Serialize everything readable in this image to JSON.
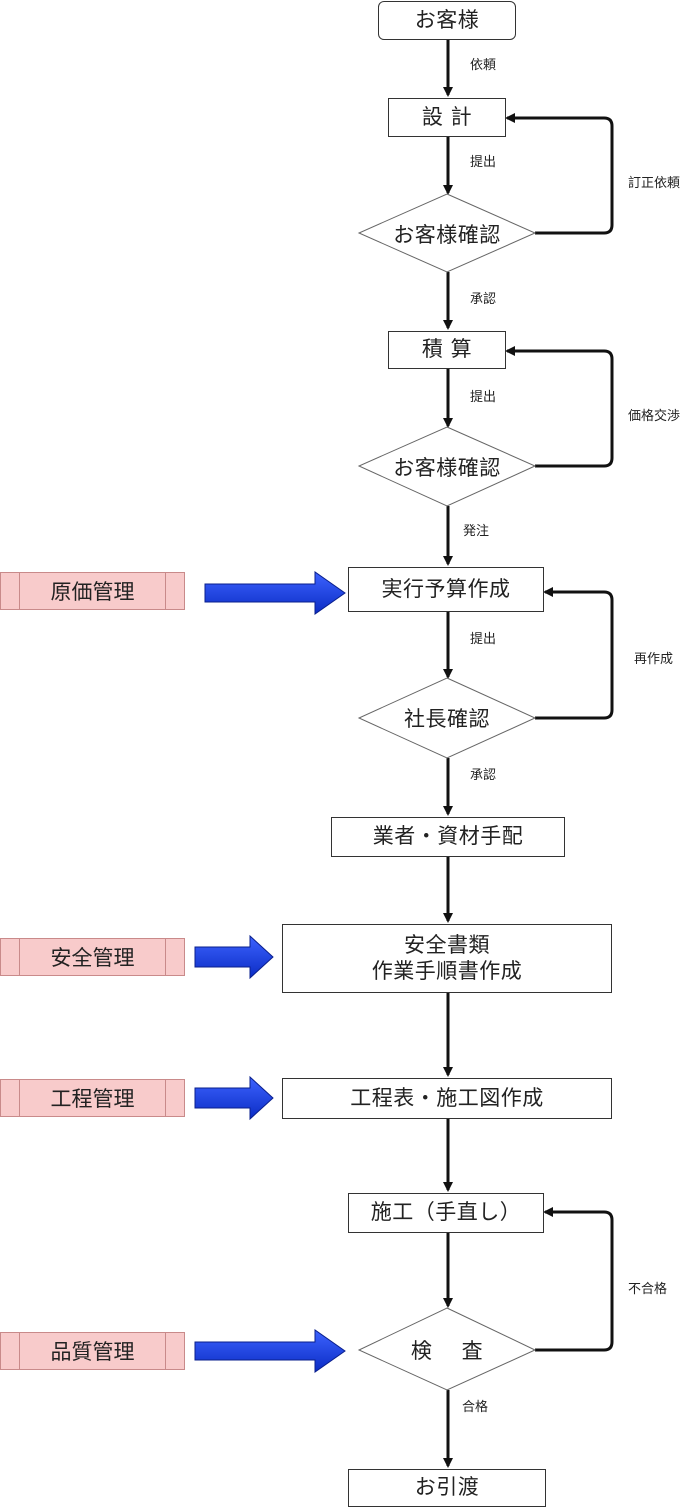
{
  "nodes": {
    "customer": "お客様",
    "design": "設 計",
    "customer_check_1": "お客様確認",
    "estimate": "積 算",
    "customer_check_2": "お客様確認",
    "budget": "実行予算作成",
    "president_check": "社長確認",
    "arrange": "業者・資材手配",
    "safety_docs_line1": "安全書類",
    "safety_docs_line2": "作業手順書作成",
    "schedule": "工程表・施工図作成",
    "construction": "施工（手直し）",
    "inspection": "検 査",
    "handover": "お引渡"
  },
  "edge_labels": {
    "request": "依頼",
    "submit_1": "提出",
    "revision_request": "訂正依頼",
    "approve_1": "承認",
    "submit_2": "提出",
    "price_negotiation": "価格交渉",
    "order": "発注",
    "submit_3": "提出",
    "recreate": "再作成",
    "approve_2": "承認",
    "fail": "不合格",
    "pass": "合格"
  },
  "management": {
    "cost": "原価管理",
    "safety": "安全管理",
    "process": "工程管理",
    "quality": "品質管理"
  },
  "colors": {
    "management_fill": "#f8cbcb",
    "management_border": "#c98a8a",
    "arrow_blue": "#1f3fd8"
  }
}
